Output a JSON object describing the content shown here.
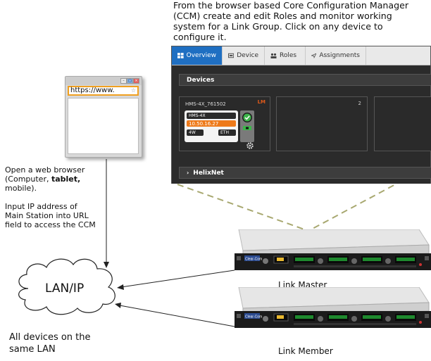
{
  "caption": "From the browser based Core Configuration Manager (CCM) create and edit Roles and monitor working system for a Link Group.  Click on any device to configure it.",
  "ccm": {
    "tabs": [
      {
        "label": "Overview",
        "icon": "overview-grid-icon",
        "active": true
      },
      {
        "label": "Device",
        "icon": "device-icon",
        "active": false
      },
      {
        "label": "Roles",
        "icon": "roles-people-icon",
        "active": false
      },
      {
        "label": "Assignments",
        "icon": "assignments-arrow-icon",
        "active": false
      }
    ],
    "devices_header": "Devices",
    "device": {
      "name": "HMS-4X_761502",
      "role_badge": "LM",
      "model": "HMS-4X",
      "ip": "10.50.16.27",
      "ports": [
        "4W",
        "ETH"
      ]
    },
    "slot_number": "2",
    "helixnet_header": "HelixNet"
  },
  "browser": {
    "url": "https://www."
  },
  "instructions": {
    "line1": "Open a web browser",
    "line2_pre": "(Computer, ",
    "line2_bold": "tablet,",
    "line3": "mobile).",
    "line4": "Input IP address of",
    "line5": "Main Station into URL",
    "line6": "field to access the CCM"
  },
  "cloud_label": "LAN/IP",
  "lan_note": [
    "All devices on the",
    "same LAN"
  ],
  "link_master_label": "Link Master",
  "link_member_label": "Link Member",
  "rack_brand": "Clear-Com",
  "colors": {
    "tab_active": "#1f6fc2",
    "ip_orange": "#ee7a1a",
    "status_green": "#3db54a",
    "dash_line": "#a8a870"
  }
}
